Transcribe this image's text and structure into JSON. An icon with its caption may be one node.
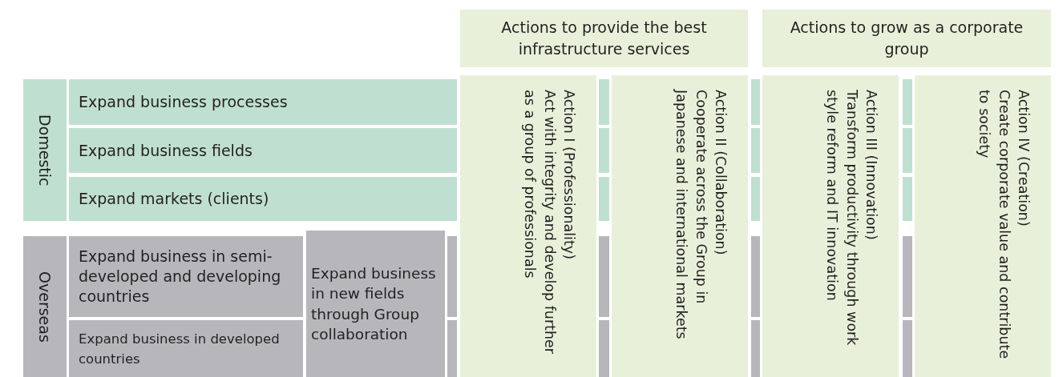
{
  "diagram": {
    "nodes": [
      {
        "text": [
          "Actions to provide the best infrastructure services"
        ]
      },
      {
        "text": [
          "Actions to grow as a corporate group"
        ]
      },
      {
        "text": [
          "Domestic"
        ]
      },
      {
        "text": [
          "Expand business processes"
        ]
      },
      {
        "text": [
          "Expand business fields"
        ]
      },
      {
        "text": [
          "Expand markets (clients)"
        ]
      },
      {
        "text": [
          "Overseas"
        ]
      },
      {
        "text": [
          "Expand business in semi-developed and developing countries"
        ]
      },
      {
        "text": [
          "Expand business in developed countries"
        ]
      },
      {
        "text": [
          "Expand business in new fields through Group collaboration"
        ]
      },
      {
        "text": [
          "Action I (Professionality)",
          "Act with integrity and develop further as a group of professionals"
        ]
      },
      {
        "text": [
          "Action II (Collaboration)",
          "Cooperate across the Group in Japanese and international markets"
        ]
      },
      {
        "text": [
          "Action III (Innovation)",
          "Transform productivity through work style reform and IT innovation"
        ]
      },
      {
        "text": [
          "Action IV (Creation)",
          "Create corporate value and contribute to society"
        ]
      }
    ]
  }
}
